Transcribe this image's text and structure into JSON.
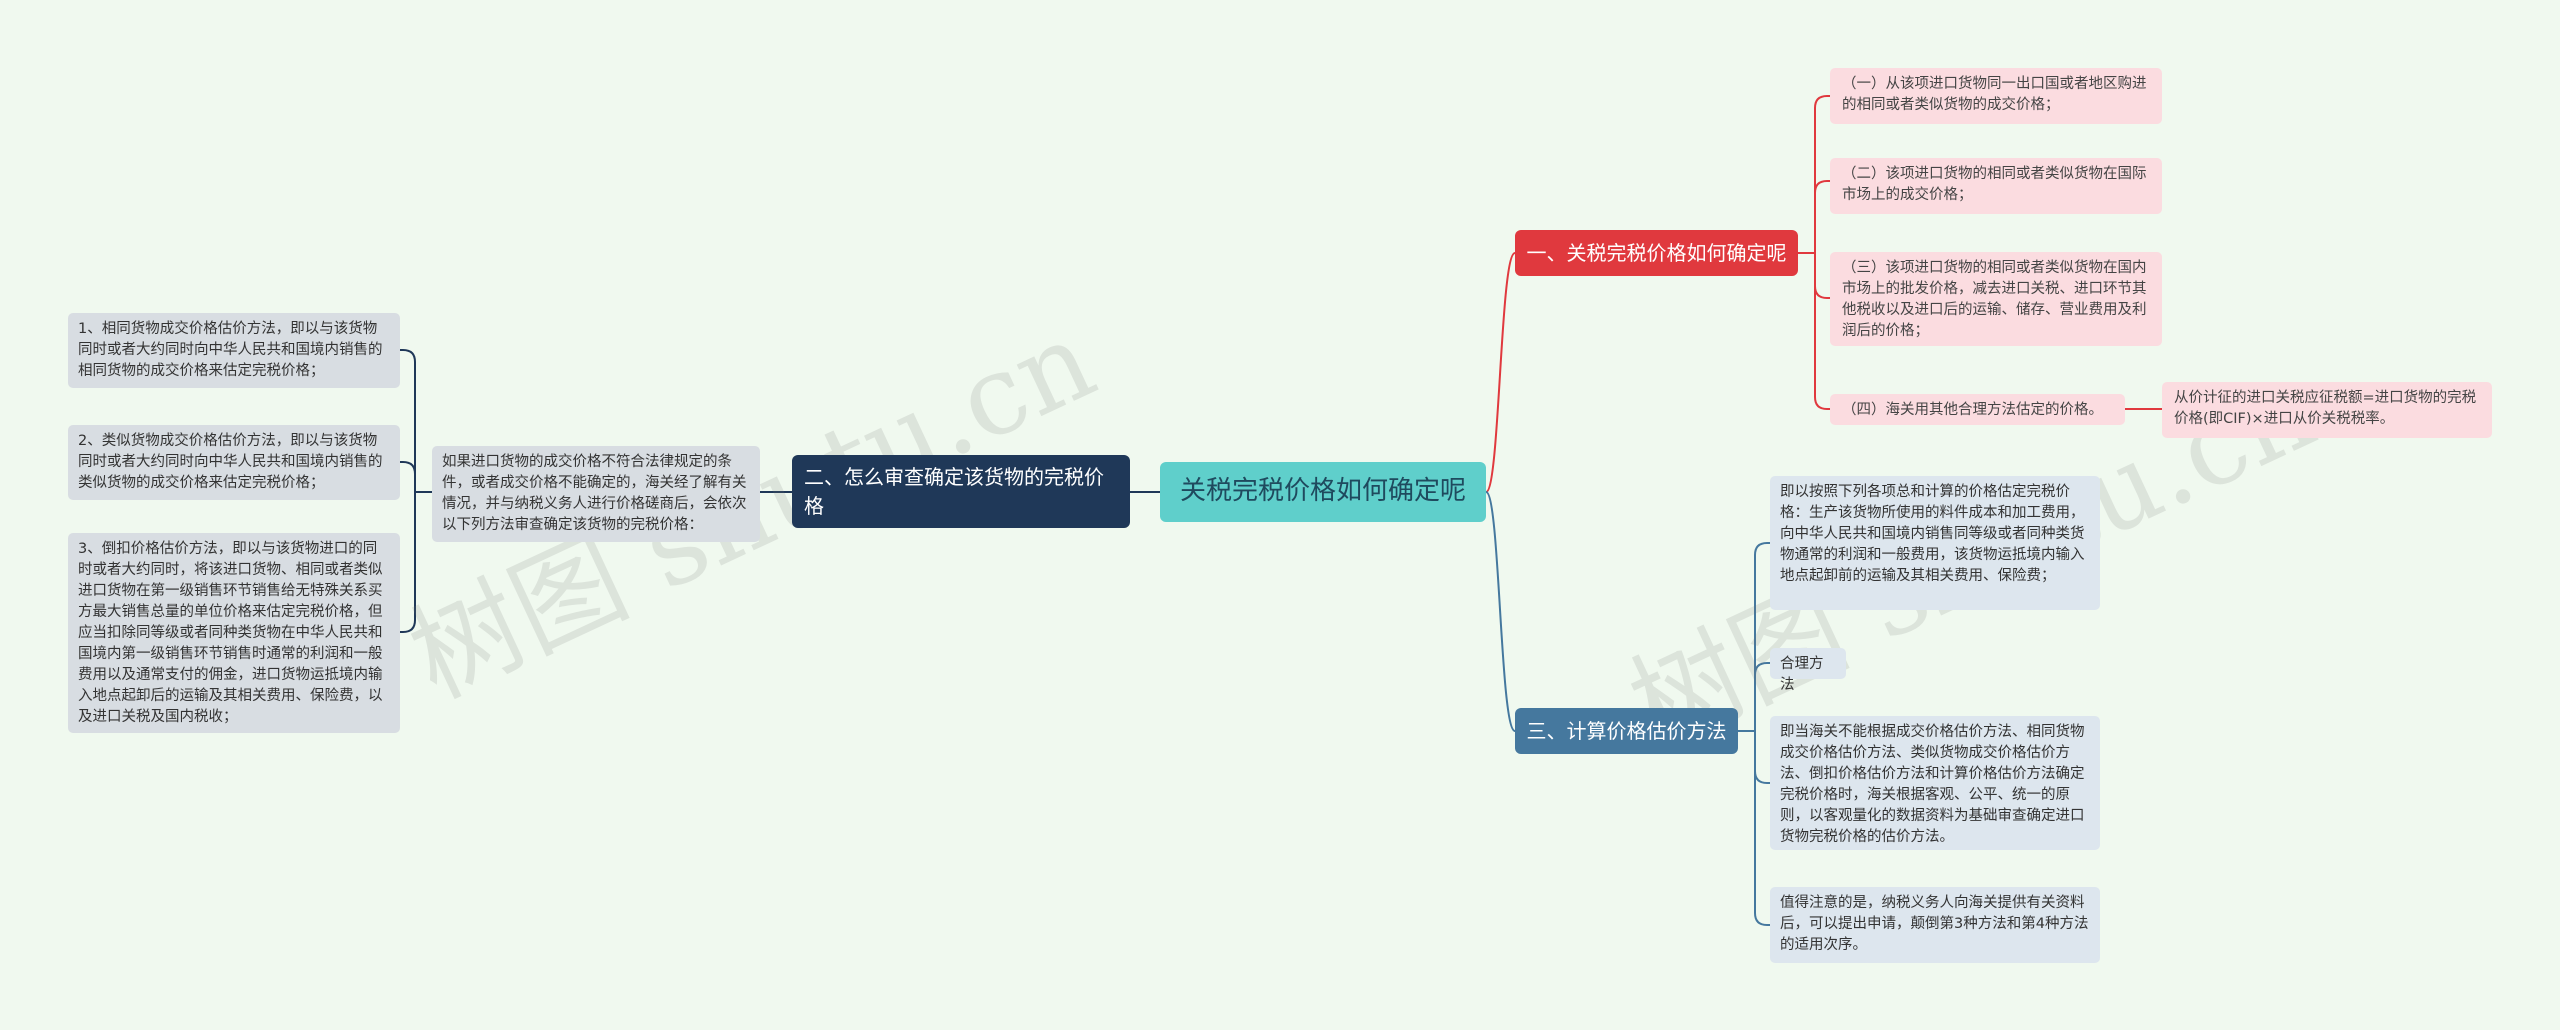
{
  "root": {
    "label": "关税完税价格如何确定呢"
  },
  "branches": {
    "b1": {
      "label": "一、关税完税价格如何确定呢",
      "leaves": [
        "（一）从该项进口货物同一出口国或者地区购进的相同或者类似货物的成交价格；",
        "（二）该项进口货物的相同或者类似货物在国际市场上的成交价格；",
        "（三）该项进口货物的相同或者类似货物在国内市场上的批发价格，减去进口关税、进口环节其他税收以及进口后的运输、储存、营业费用及利润后的价格；",
        "（四）海关用其他合理方法估定的价格。"
      ],
      "sub_leaf": "从价计征的进口关税应征税额=进口货物的完税价格(即CIF)×进口从价关税税率。"
    },
    "b2": {
      "label": "二、怎么审查确定该货物的完税价格",
      "middle": "如果进口货物的成交价格不符合法律规定的条件，或者成交价格不能确定的，海关经了解有关情况，并与纳税义务人进行价格磋商后，会依次以下列方法审查确定该货物的完税价格：",
      "leaves": [
        "1、相同货物成交价格估价方法，即以与该货物同时或者大约同时向中华人民共和国境内销售的相同货物的成交价格来估定完税价格；",
        "2、类似货物成交价格估价方法，即以与该货物同时或者大约同时向中华人民共和国境内销售的类似货物的成交价格来估定完税价格；",
        "3、倒扣价格估价方法，即以与该货物进口的同时或者大约同时，将该进口货物、相同或者类似进口货物在第一级销售环节销售给无特殊关系买方最大销售总量的单位价格来估定完税价格，但应当扣除同等级或者同种类货物在中华人民共和国境内第一级销售环节销售时通常的利润和一般费用以及通常支付的佣金，进口货物运抵境内输入地点起卸后的运输及其相关费用、保险费，以及进口关税及国内税收；"
      ]
    },
    "b3": {
      "label": "三、计算价格估价方法",
      "leaves": [
        "即以按照下列各项总和计算的价格估定完税价格：生产该货物所使用的料件成本和加工费用，向中华人民共和国境内销售同等级或者同种类货物通常的利润和一般费用，该货物运抵境内输入地点起卸前的运输及其相关费用、保险费；",
        "合理方法",
        "即当海关不能根据成交价格估价方法、相同货物成交价格估价方法、类似货物成交价格估价方法、倒扣价格估价方法和计算价格估价方法确定完税价格时，海关根据客观、公平、统一的原则，以客观量化的数据资料为基础审查确定进口货物完税价格的估价方法。",
        "值得注意的是，纳税义务人向海关提供有关资料后，可以提出申请，颠倒第3种方法和第4种方法的适用次序。"
      ]
    }
  },
  "colors": {
    "background": "#f0f9ef",
    "root": "#5fcfcb",
    "branch_red": "#e0393e",
    "branch_navy": "#1f3858",
    "branch_blue": "#45789e",
    "line_red": "#e0393e",
    "line_navy": "#1f3858",
    "line_blue": "#45789e"
  },
  "watermark": {
    "text1": "树图 shutu.cn",
    "text2": "树图 shutu.cn"
  }
}
